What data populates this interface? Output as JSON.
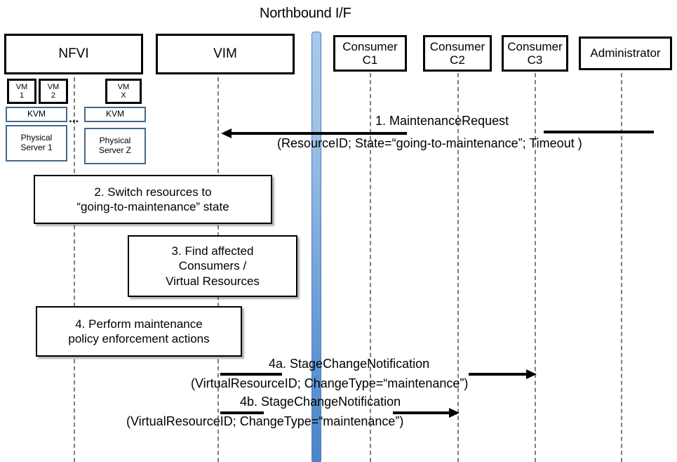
{
  "diagram": {
    "title": "Northbound I/F",
    "actors": [
      {
        "id": "nfvi",
        "label": "NFVI"
      },
      {
        "id": "vim",
        "label": "VIM"
      },
      {
        "id": "c1",
        "label": "Consumer\nC1"
      },
      {
        "id": "c2",
        "label": "Consumer\nC2"
      },
      {
        "id": "c3",
        "label": "Consumer\nC3"
      },
      {
        "id": "admin",
        "label": "Administrator"
      }
    ],
    "actor_labels": {
      "nfvi": "NFVI",
      "vim": "VIM",
      "c1_line1": "Consumer",
      "c1_line2": "C1",
      "c2_line1": "Consumer",
      "c2_line2": "C2",
      "c3_line1": "Consumer",
      "c3_line2": "C3",
      "admin": "Administrator"
    },
    "nfvi_components": {
      "vm1_line1": "VM",
      "vm1_line2": "1",
      "vm2_line1": "VM",
      "vm2_line2": "2",
      "vmx_line1": "VM",
      "vmx_line2": "X",
      "kvm_left": "KVM",
      "kvm_right": "KVM",
      "server1_line1": "Physical",
      "server1_line2": "Server 1",
      "serverz_line1": "Physical",
      "serverz_line2": "Server Z",
      "ellipsis": "..."
    },
    "steps": [
      {
        "id": "step2",
        "line1": "2. Switch resources to",
        "line2": "“going-to-maintenance” state"
      },
      {
        "id": "step3",
        "line1": "3. Find affected",
        "line2": "Consumers /",
        "line3": "Virtual Resources"
      },
      {
        "id": "step4",
        "line1": "4. Perform maintenance",
        "line2": "policy enforcement actions"
      }
    ],
    "messages": [
      {
        "id": "msg1",
        "number": "1.",
        "name": "MaintenanceRequest",
        "params": "(ResourceID; State=“going-to-maintenance”; Timeout )",
        "from": "admin",
        "to": "vim",
        "direction": "left"
      },
      {
        "id": "msg4a",
        "number": "4a.",
        "name": "StageChangeNotification",
        "params": "(VirtualResourceID; ChangeType=“maintenance”)",
        "from": "vim",
        "to": "c3",
        "direction": "right"
      },
      {
        "id": "msg4b",
        "number": "4b.",
        "name": "StageChangeNotification",
        "params": "(VirtualResourceID; ChangeType=“maintenance”)",
        "from": "vim",
        "to": "c2",
        "direction": "right"
      }
    ],
    "message_text": {
      "msg1_header": "1.   MaintenanceRequest",
      "msg1_params": "(ResourceID; State=“going-to-maintenance”; Timeout )",
      "msg4a_header": "4a. StageChangeNotification",
      "msg4a_params": "(VirtualResourceID; ChangeType=“maintenance”)",
      "msg4b_header": "4b. StageChangeNotification",
      "msg4b_params": "(VirtualResourceID; ChangeType=“maintenance”)"
    },
    "colors": {
      "nbif_bar_top": "#9dc3e6",
      "nbif_bar_bottom": "#4a86c8",
      "nbif_bar_border": "#4a7ebb",
      "component_border_blue": "#45688e",
      "lifeline": "#7f7f7f",
      "outline": "#000000",
      "background": "#ffffff"
    }
  }
}
